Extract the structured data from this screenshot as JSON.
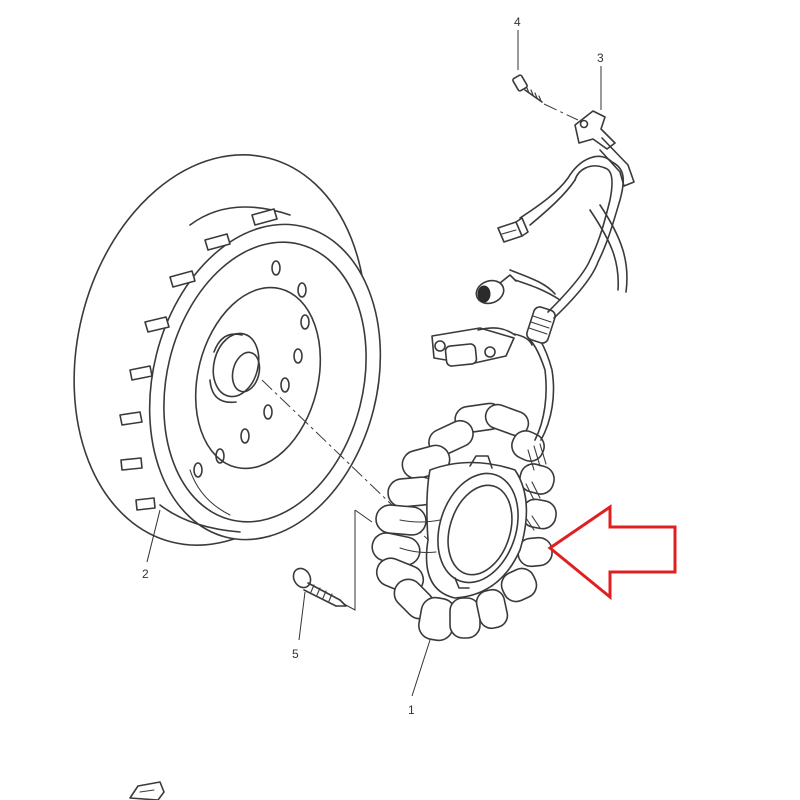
{
  "diagram": {
    "callouts": [
      {
        "id": "part-1",
        "label": "1"
      },
      {
        "id": "part-2",
        "label": "2"
      },
      {
        "id": "part-3",
        "label": "3"
      },
      {
        "id": "part-4",
        "label": "4"
      },
      {
        "id": "part-5",
        "label": "5"
      }
    ],
    "highlight_arrow": {
      "color": "#e02020",
      "direction": "left"
    }
  }
}
